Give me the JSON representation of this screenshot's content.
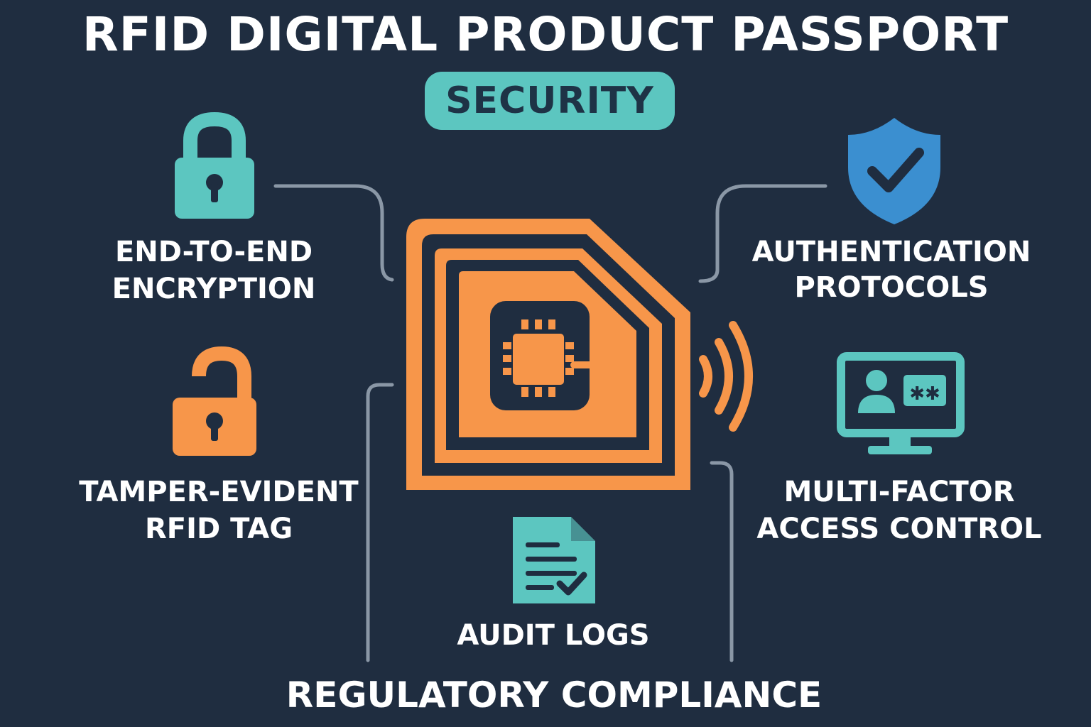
{
  "title": "RFID DIGITAL PRODUCT PASSPORT",
  "badge": "SECURITY",
  "features": {
    "encryption": {
      "line1": "END-TO-END",
      "line2": "ENCRYPTION",
      "icon": "lock-closed-icon"
    },
    "tamper": {
      "line1": "TAMPER-EVIDENT",
      "line2": "RFID TAG",
      "icon": "lock-open-icon"
    },
    "authentication": {
      "line1": "AUTHENTICATION",
      "line2": "PROTOCOLS",
      "icon": "shield-check-icon"
    },
    "mfa": {
      "line1": "MULTI-FACTOR",
      "line2": "ACCESS CONTROL",
      "icon": "monitor-user-password-icon"
    },
    "audit": {
      "label": "AUDIT LOGS",
      "icon": "document-check-icon"
    },
    "regulatory": {
      "label": "REGULATORY COMPLIANCE"
    }
  },
  "center": {
    "icon": "rfid-tag-chip-icon",
    "signal_icon": "wireless-signal-icon"
  },
  "colors": {
    "background": "#1f2d40",
    "teal": "#5cc6c0",
    "orange": "#f7964a",
    "blue": "#3b8fd0",
    "connector": "#8a97a6",
    "text": "#ffffff"
  }
}
